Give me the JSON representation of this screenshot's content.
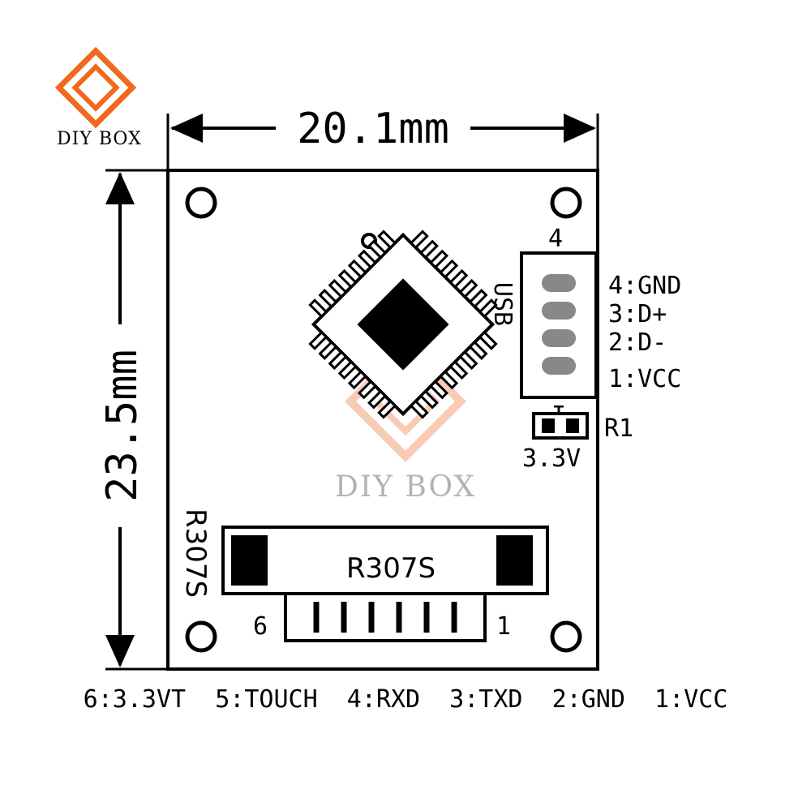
{
  "brand": {
    "name": "DIY BOX"
  },
  "dimensions": {
    "width": "20.1mm",
    "height": "23.5mm"
  },
  "board": {
    "model_top": "R307S",
    "model_side": "R307S",
    "resistor": "R1",
    "jumper_label": "3.3V",
    "jumper_pin": "1"
  },
  "usb": {
    "label": "USB",
    "pin_number": "4",
    "pins": [
      "4:GND",
      "3:D+",
      "2:D-",
      "1:VCC"
    ]
  },
  "connector": {
    "pin_left": "6",
    "pin_right": "1",
    "pinout": "6:3.3VT  5:TOUCH  4:RXD  3:TXD  2:GND  1:VCC"
  },
  "colors": {
    "brand_orange": "#F06A1E",
    "board_line": "#000000",
    "watermark": "#F5A27C"
  }
}
